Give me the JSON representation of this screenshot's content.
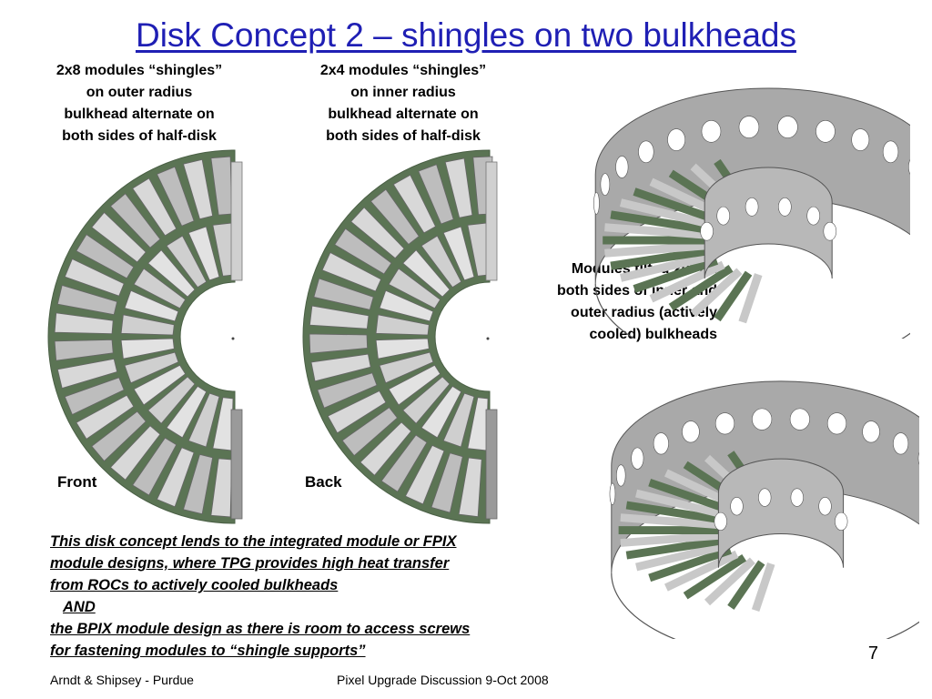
{
  "slide": {
    "title": "Disk Concept 2 – shingles on two bulkheads",
    "caption_left": [
      "2x8 modules “shingles”",
      "on outer radius",
      "bulkhead alternate on",
      "both sides of half-disk"
    ],
    "caption_middle": [
      "2x4 modules “shingles”",
      "on inner radius",
      "bulkhead alternate on",
      "both sides of half-disk"
    ],
    "caption_right": [
      "Modules tilted 20° on",
      "both sides of inner and",
      "outer radius (actively",
      "cooled) bulkheads"
    ],
    "label_front": "Front",
    "label_back": "Back",
    "body_lines": [
      "This disk concept lends to the integrated module or FPIX",
      "module designs, where TPG provides high heat transfer",
      "from ROCs to actively cooled bulkheads",
      "AND",
      "the BPIX module design as there is room to access screws",
      "for fastening modules to “shingle supports”"
    ],
    "page_number": "7",
    "footer_left": "Arndt & Shipsey - Purdue",
    "footer_center": "Pixel Upgrade Discussion 9-Oct 2008"
  },
  "colors": {
    "title": "#1f1fb4",
    "disk_green": "#5b7454",
    "module_light": "#d8d8d8",
    "module_dark": "#8e8e8e",
    "bulkhead": "#a9a9a9"
  }
}
